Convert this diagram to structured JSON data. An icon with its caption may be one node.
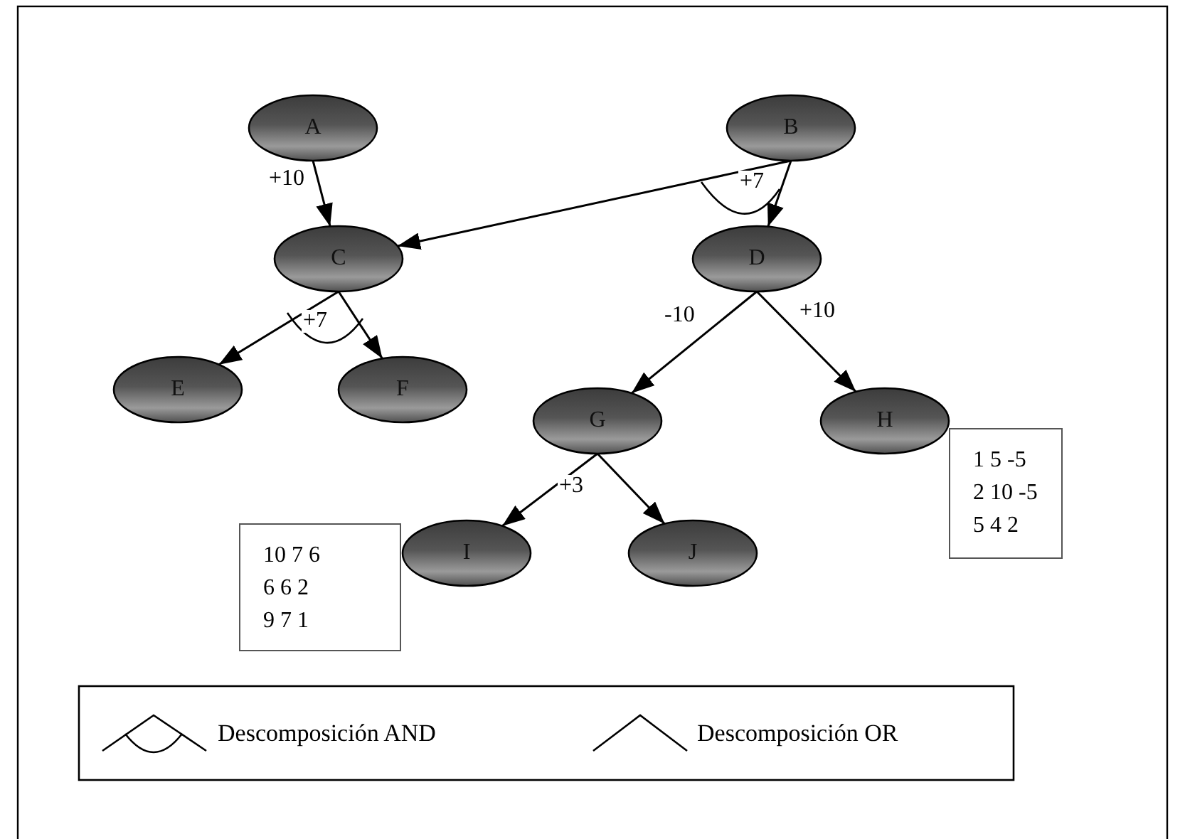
{
  "diagram": {
    "nodes": [
      {
        "text": [
          "A"
        ]
      },
      {
        "text": [
          "B"
        ]
      },
      {
        "text": [
          "C"
        ]
      },
      {
        "text": [
          "D"
        ]
      },
      {
        "text": [
          "E"
        ]
      },
      {
        "text": [
          "F"
        ]
      },
      {
        "text": [
          "G"
        ]
      },
      {
        "text": [
          "H"
        ]
      },
      {
        "text": [
          "1 5 -5",
          "2 10 -5",
          "5 4 2"
        ]
      },
      {
        "text": [
          "I"
        ]
      },
      {
        "text": [
          "J"
        ]
      },
      {
        "text": [
          "10 7 6",
          "6 6 2",
          "9 7 1"
        ]
      }
    ],
    "edges": [
      {
        "from": 0,
        "to": 2,
        "arrow": "to",
        "label": "+10"
      },
      {
        "from": 1,
        "to": 2,
        "arrow": "to"
      },
      {
        "from": 1,
        "to": 3,
        "arrow": "to",
        "label": "+7"
      },
      {
        "from": 2,
        "to": 4,
        "arrow": "to"
      },
      {
        "from": 2,
        "to": 5,
        "arrow": "to",
        "label": "+7"
      },
      {
        "from": 3,
        "to": 6,
        "arrow": "to",
        "label": "-10"
      },
      {
        "from": 3,
        "to": 7,
        "arrow": "to",
        "label": "+10"
      },
      {
        "from": 6,
        "to": 9,
        "arrow": "to",
        "label": "+3"
      },
      {
        "from": 6,
        "to": 10,
        "arrow": "to"
      }
    ],
    "legend": [
      {
        "text": "Descomposición AND"
      },
      {
        "text": "Descomposición OR"
      }
    ]
  }
}
